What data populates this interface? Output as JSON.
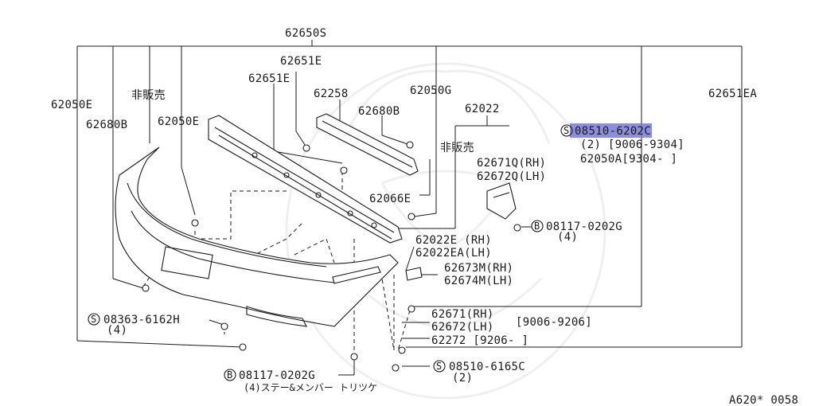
{
  "diagram": {
    "labels": {
      "p62650S": "62650S",
      "p62651E_a": "62651E",
      "p62651E_b": "62651E",
      "p62258": "62258",
      "p62050G": "62050G",
      "p62680B_a": "62680B",
      "p62022": "62022",
      "p62050E_left": "62050E",
      "p62680B_b": "62680B",
      "p62050E_mid": "62050E",
      "not_for_sale_a": "非販売",
      "not_for_sale_b": "非販売",
      "p62066E": "62066E",
      "p62651EA": "62651EA",
      "p62671Q": "62671Q(RH)",
      "p62672Q": "62672Q(LH)",
      "p62022E": "62022E (RH)",
      "p62022EA": "62022EA(LH)",
      "p62673M": "62673M(RH)",
      "p62674M": "62674M(LH)",
      "p62671": "62671(RH)",
      "p62672": "62672(LH)",
      "range_9006_9206": "[9006-9206]",
      "p62272": "62272 [9206-    ]",
      "p62050A": "62050A[9304-      ]"
    },
    "bolts": {
      "bolt_08510_6202C": {
        "code": "08510-6202C",
        "prefix": "S",
        "qty": "(2) [9006-9304]"
      },
      "bolt_08117_0202G_right": {
        "code": "08117-0202G",
        "prefix": "B",
        "qty": "(4)"
      },
      "bolt_08363_6162H": {
        "code": "08363-6162H",
        "prefix": "S",
        "qty": "(4)"
      },
      "bolt_08117_0202G_bottom": {
        "code": "08117-0202G",
        "prefix": "B",
        "qty": "(4)ステー&メンバー トリツケ"
      },
      "bolt_08510_6165C": {
        "code": "08510-6165C",
        "prefix": "S",
        "qty": "(2)"
      }
    },
    "highlight_color": "#7a7ad8",
    "figure_code": "A620* 0058"
  }
}
